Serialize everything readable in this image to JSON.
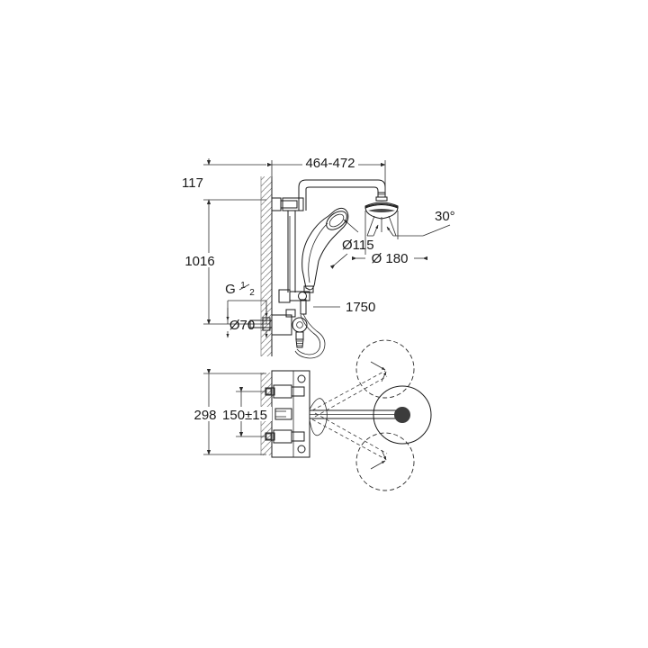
{
  "drawing": {
    "title": "Shower system dimensional drawing",
    "background_color": "#ffffff",
    "line_color": "#1a1a1a",
    "hatch_color": "#8a8a8a",
    "views": [
      {
        "name": "side-elevation",
        "label": ""
      },
      {
        "name": "top-plan",
        "label": ""
      }
    ]
  },
  "dimensions": {
    "arm_reach": "464-472",
    "head_height_offset": "117",
    "riser_height": "1016",
    "hand_shower_diameter": "Ø115",
    "head_diameter": "Ø 180",
    "hose_length": "1750",
    "inlet_spacing": "Ø70",
    "thread": "G",
    "thread_fraction_numerator": "1",
    "thread_fraction_denominator": "2",
    "spray_angle": "30°",
    "valve_body_height": "298",
    "valve_centre_height": "150±15"
  },
  "labels": {
    "d1": "464-472",
    "d2": "117",
    "d3": "1016",
    "d4": "Ø115",
    "d5": "Ø 180",
    "d6": "1750",
    "d7": "Ø70",
    "d8": "30°",
    "d9": "298",
    "d10": "150±15",
    "d11": "G"
  },
  "icons": {
    "arrow_head": "dimension-arrow-icon",
    "hatch": "wall-section-hatch-icon",
    "diameter_symbol": "diameter-symbol-icon"
  }
}
